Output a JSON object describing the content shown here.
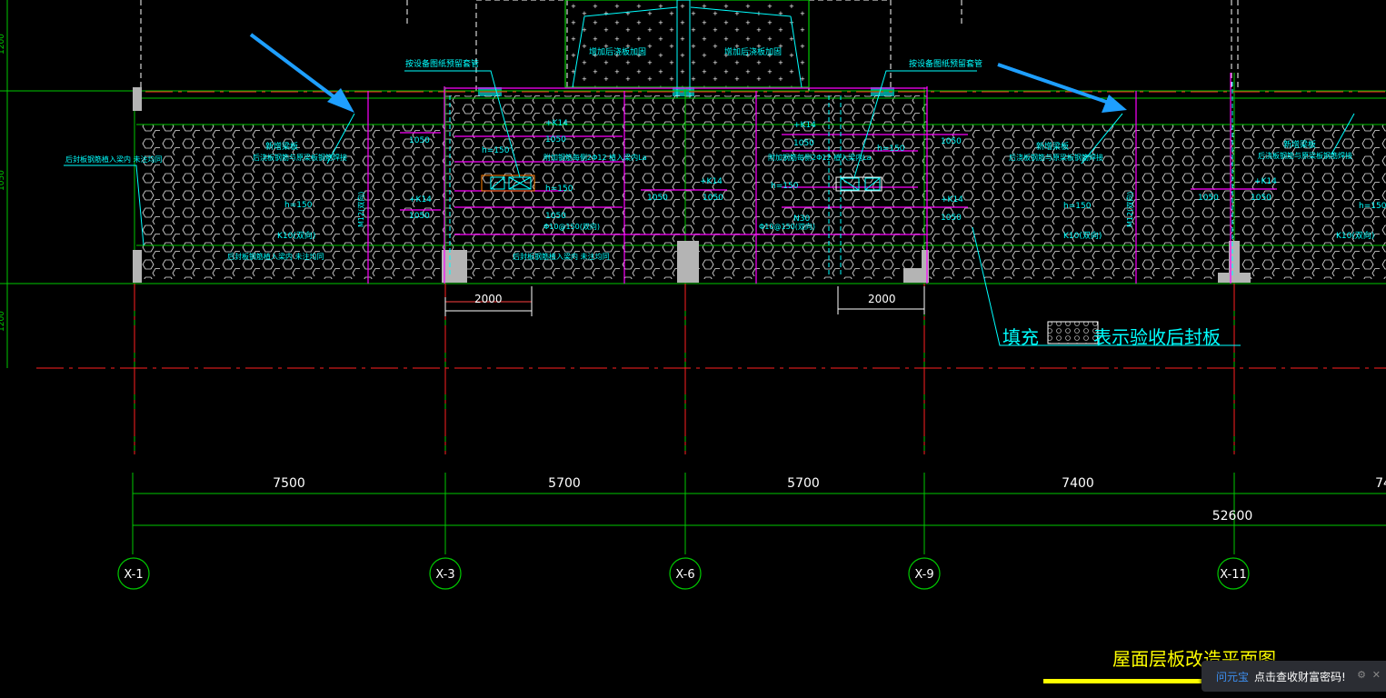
{
  "drawing": {
    "title": "屋面层板改造平面图",
    "legend_text_1": "填充",
    "legend_text_2": "表示验收后封板",
    "dim_2000_left": "2000",
    "dim_2000_right": "2000",
    "bay_dims": [
      "7500",
      "5700",
      "5700",
      "7400",
      "74"
    ],
    "total_dim": "52600",
    "axes": [
      "X-1",
      "X-3",
      "X-6",
      "X-9",
      "X-11"
    ],
    "left_margin_labels": [
      "1200",
      "1050",
      "1200"
    ],
    "notes": {
      "top_left_pipe": "按设备图纸预留套管",
      "top_right_pipe": "按设备图纸预留套管",
      "top_center_left": "增加后浇板加固",
      "top_center_right": "增加后浇板加固",
      "left_note": "后封板钢筋植入梁内 未注均同",
      "left_bar_note": "新增梁板",
      "left_bar_note2": "后浇板钢筋与原梁板钢筋焊接",
      "right_bar_note": "新增梁板",
      "right_bar_note2": "后浇板钢筋与原梁板钢筋焊接",
      "far_right_note": "新增梁板",
      "far_right_note2": "后浇板钢筋与原梁板钢筋焊接",
      "bottom_left_note": "后封板钢筋植入梁内 未注均同",
      "bottom_center_note": "后封板钢筋植入梁内 未注均同",
      "h150": "h=150",
      "k10": "K10(双向)",
      "k14": "+K14",
      "v1050": "1050",
      "center_a": "附加钢筋每侧2Φ12 植入梁内La",
      "center_b": "附加钢筋每侧2Φ12 植入梁内La",
      "phi10a": "Φ10@150(双向)",
      "phi10b": "Φ10@150(双向)",
      "m12": "M12(双向)",
      "n30": "N30"
    }
  },
  "notification": {
    "brand": "问元宝",
    "message": "点击查收财富密码!",
    "gear_icon": "gear-icon",
    "close_icon": "close-icon"
  },
  "colors": {
    "background": "#000000",
    "grid_green": "#00c800",
    "axis_red": "#ff2020",
    "magenta": "#ff00ff",
    "cyan": "#00ffff",
    "white": "#ffffff",
    "yellow": "#ffff00",
    "arrow_blue": "#1e9fff"
  }
}
